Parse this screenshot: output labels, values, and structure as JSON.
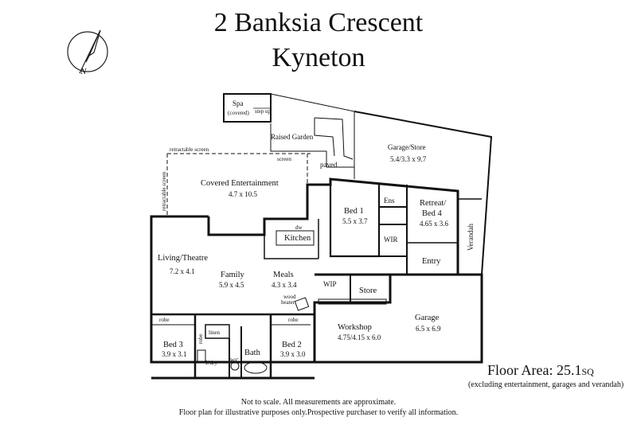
{
  "title_line1": "2 Banksia Crescent",
  "title_line2": "Kyneton",
  "compass": {
    "icon": "north-arrow-icon",
    "letter": "N"
  },
  "rooms": [
    {
      "key": "spa",
      "name": "Spa",
      "sub": "(covered)"
    },
    {
      "key": "step_up",
      "name": "step up"
    },
    {
      "key": "raised_garden",
      "name": "Raised Garden"
    },
    {
      "key": "garage_store",
      "name": "Garage/Store",
      "dims": "5.4/3.3 x 9.7"
    },
    {
      "key": "retractable_screen_top",
      "name": "retractable screen"
    },
    {
      "key": "retractable_screen_side",
      "name": "retractable screen"
    },
    {
      "key": "screen",
      "name": "screen"
    },
    {
      "key": "paved",
      "name": "paved"
    },
    {
      "key": "covered_entertainment",
      "name": "Covered Entertainment",
      "dims": "4.7 x 10.5"
    },
    {
      "key": "ens",
      "name": "Ens"
    },
    {
      "key": "bed1",
      "name": "Bed 1",
      "dims": "5.5 x 3.7"
    },
    {
      "key": "wir",
      "name": "WIR"
    },
    {
      "key": "retreat",
      "name": "Retreat/",
      "name2": "Bed 4",
      "dims": "4.65 x 3.6"
    },
    {
      "key": "verandah",
      "name": "Verandah"
    },
    {
      "key": "entry",
      "name": "Entry"
    },
    {
      "key": "kitchen",
      "name": "Kitchen"
    },
    {
      "key": "dw",
      "name": "dw"
    },
    {
      "key": "living",
      "name": "Living/Theatre",
      "dims": "7.2 x 4.1"
    },
    {
      "key": "family",
      "name": "Family",
      "dims": "5.9 x 4.5"
    },
    {
      "key": "meals",
      "name": "Meals",
      "dims": "4.3 x 3.4"
    },
    {
      "key": "wood_heater",
      "name": "wood",
      "name2": "heater"
    },
    {
      "key": "wip",
      "name": "WIP"
    },
    {
      "key": "store",
      "name": "Store"
    },
    {
      "key": "garage",
      "name": "Garage",
      "dims": "6.5 x 6.9"
    },
    {
      "key": "workshop",
      "name": "Workshop",
      "dims": "4.75/4.15 x 6.0"
    },
    {
      "key": "robe_left",
      "name": "robe"
    },
    {
      "key": "robe_right",
      "name": "robe"
    },
    {
      "key": "linen",
      "name": "linen"
    },
    {
      "key": "robe_vertical",
      "name": "robe"
    },
    {
      "key": "bed3",
      "name": "Bed 3",
      "dims": "3.9 x 3.1"
    },
    {
      "key": "ldry",
      "name": "L'dry"
    },
    {
      "key": "wc",
      "name": "wc"
    },
    {
      "key": "bath",
      "name": "Bath"
    },
    {
      "key": "bed2",
      "name": "Bed 2",
      "dims": "3.9 x 3.0"
    }
  ],
  "floor_area_label": "Floor Area: 25.1",
  "floor_area_unit": "SQ",
  "floor_area_note": "(excluding entertainment, garages and verandah)",
  "disclaimer_1": "Not to scale. All measurements are approximate.",
  "disclaimer_2": "Floor plan for illustrative purposes only.Prospective purchaser to verify all information."
}
